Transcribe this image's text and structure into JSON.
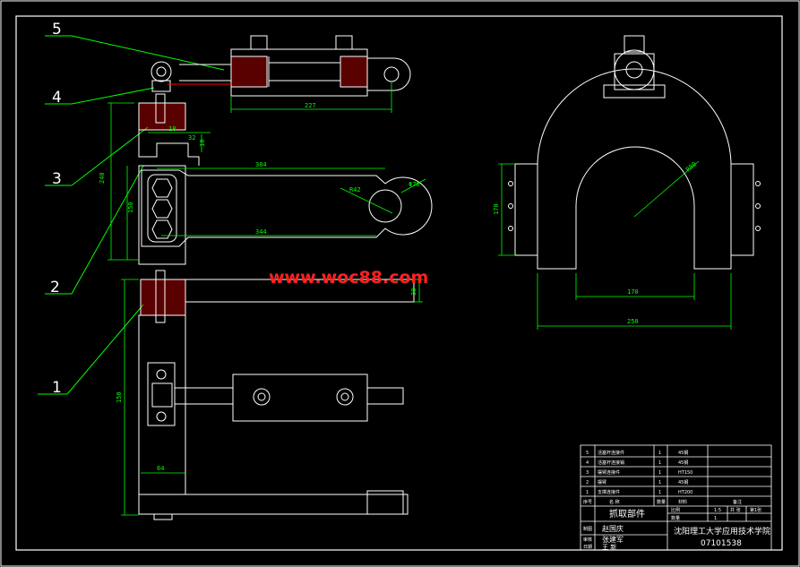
{
  "colors": {
    "background": "#000000",
    "outline": "#ffffff",
    "dimension": "#00ff00",
    "hatch": "#ff0000",
    "hidden": "#ff0000",
    "watermark": "#ff2020",
    "leader": "#00ff00"
  },
  "balloons": [
    "5",
    "4",
    "3",
    "2",
    "1"
  ],
  "dimensions": {
    "cylinder_length": "227",
    "arm_length_top": "384",
    "arm_length_bottom": "344",
    "arm_radius_small": "R42",
    "arm_radius_large": "Φ70",
    "block_height": "240",
    "block_inner": "150",
    "step_a": "18",
    "step_b": "32",
    "step_c": "10",
    "base_arm_height": "30",
    "column_height": "150",
    "column_width": "64",
    "side_radius": "R80",
    "side_inner_width": "170",
    "side_outer_width": "250",
    "side_height": "170"
  },
  "watermark": "www.woc88.com",
  "title_block": {
    "parts": [
      {
        "no": "5",
        "name": "活塞杆连接件",
        "qty": "1",
        "material": "45钢"
      },
      {
        "no": "4",
        "name": "活塞杆连接销",
        "qty": "1",
        "material": "45钢"
      },
      {
        "no": "3",
        "name": "摆臂连接件",
        "qty": "1",
        "material": "HT150"
      },
      {
        "no": "2",
        "name": "摆臂",
        "qty": "1",
        "material": "45钢"
      },
      {
        "no": "1",
        "name": "支撑连接件",
        "qty": "1",
        "material": "HT200"
      }
    ],
    "header": {
      "no": "序号",
      "name": "名 称",
      "qty": "数量",
      "material": "材料",
      "note": "备注"
    },
    "drawing_title": "抓取部件",
    "scale_label": "比例",
    "scale_value": "1:5",
    "qty_label": "数量",
    "qty_value": "1",
    "sheet_label": "共 张",
    "sheet_value": "第1张",
    "roles": [
      "制图",
      "审核",
      "日期"
    ],
    "role_names": [
      "赵国庆",
      "张建军",
      "王  新"
    ],
    "school": "沈阳理工大学应用技术学院",
    "code": "07101538"
  }
}
